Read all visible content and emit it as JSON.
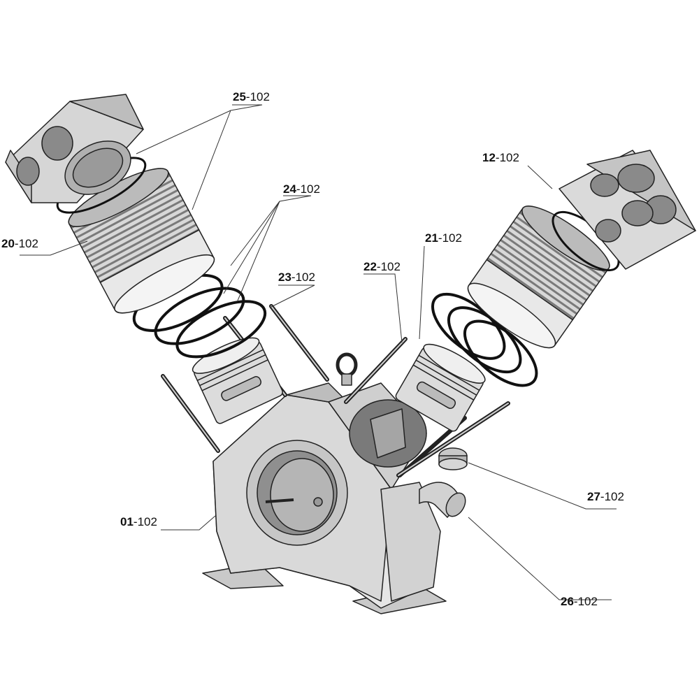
{
  "callouts": [
    {
      "id": "01",
      "number": "01",
      "suffix": "-102"
    },
    {
      "id": "12",
      "number": "12",
      "suffix": "-102"
    },
    {
      "id": "20",
      "number": "20",
      "suffix": "-102"
    },
    {
      "id": "21",
      "number": "21",
      "suffix": "-102"
    },
    {
      "id": "22",
      "number": "22",
      "suffix": "-102"
    },
    {
      "id": "23",
      "number": "23",
      "suffix": "-102"
    },
    {
      "id": "24",
      "number": "24",
      "suffix": "-102"
    },
    {
      "id": "25",
      "number": "25",
      "suffix": "-102"
    },
    {
      "id": "26",
      "number": "26",
      "suffix": "-102"
    },
    {
      "id": "27",
      "number": "27",
      "suffix": "-102"
    }
  ]
}
